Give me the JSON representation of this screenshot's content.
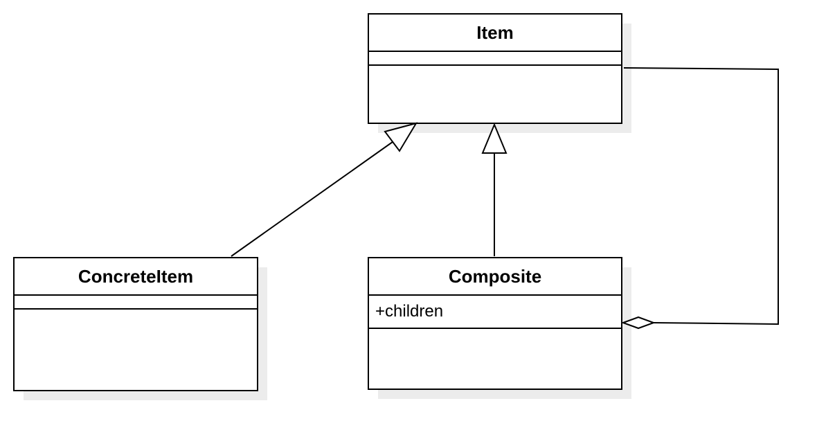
{
  "classes": {
    "item": {
      "name": "Item",
      "attributes": ""
    },
    "concrete_item": {
      "name": "ConcreteItem",
      "attributes": ""
    },
    "composite": {
      "name": "Composite",
      "attributes": "+children"
    }
  },
  "relationships": [
    {
      "type": "generalization",
      "from": "ConcreteItem",
      "to": "Item"
    },
    {
      "type": "generalization",
      "from": "Composite",
      "to": "Item"
    },
    {
      "type": "aggregation",
      "from": "Item",
      "to": "Composite"
    }
  ],
  "colors": {
    "line": "#000000",
    "shadow": "#ececec",
    "fill": "#ffffff"
  }
}
